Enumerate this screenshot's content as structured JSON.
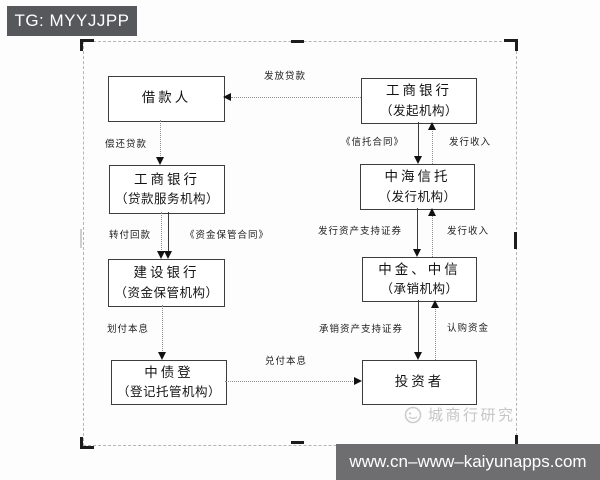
{
  "badge": {
    "text": "TG: MYYJJPP",
    "bg_color": "#57585c"
  },
  "footer": {
    "url": "www.cn–www–kaiyunapps.com",
    "bg_color": "#6e6e71"
  },
  "watermark": {
    "text": "城商行研究"
  },
  "diagram": {
    "nodes": [
      {
        "id": "borrower",
        "line1": "借款人",
        "line2": ""
      },
      {
        "id": "icbc-originator",
        "line1": "工商银行",
        "line2": "（发起机构）"
      },
      {
        "id": "icbc-servicer",
        "line1": "工商银行",
        "line2": "（贷款服务机构）"
      },
      {
        "id": "zhonghai-trust",
        "line1": "中海信托",
        "line2": "（发行机构）"
      },
      {
        "id": "ccb-custodian",
        "line1": "建设银行",
        "line2": "（资金保管机构）"
      },
      {
        "id": "underwriters",
        "line1": "中金、中信",
        "line2": "（承销机构）"
      },
      {
        "id": "ccdc",
        "line1": "中债登",
        "line2": "（登记托管机构）"
      },
      {
        "id": "investors",
        "line1": "投资者",
        "line2": ""
      }
    ],
    "edge_labels": {
      "issue_loan": "发放贷款",
      "repay_loan": "偿还贷款",
      "trust_contract": "《信托合同》",
      "issuance_income_top": "发行收入",
      "transfer_repayment": "转付回款",
      "custody_contract": "《资金保管合同》",
      "issue_abs": "发行资产支持证券",
      "issuance_income_mid": "发行收入",
      "transfer_principal_interest": "划付本息",
      "underwrite_abs": "承销资产支持证券",
      "subscription_funds": "认购资金",
      "redeem_principal_interest": "兑付本息"
    }
  }
}
